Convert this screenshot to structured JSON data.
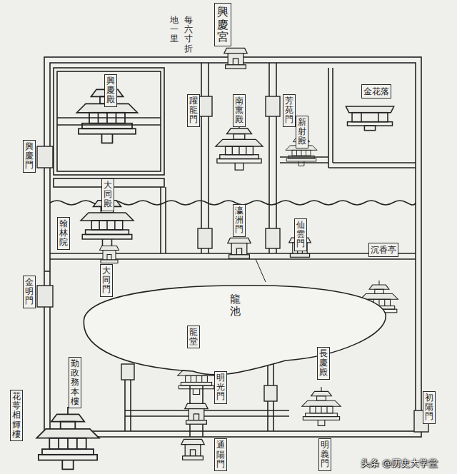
{
  "diagram": {
    "title": "興慶宮",
    "nodes": [
      {
        "text": [
          "興慶殿"
        ]
      },
      {
        "text": [
          "躍龍門"
        ]
      },
      {
        "text": [
          "南熏殿"
        ]
      },
      {
        "text": [
          "芳苑門"
        ]
      },
      {
        "text": [
          "新射殿"
        ]
      },
      {
        "text": [
          "金花落"
        ]
      },
      {
        "text": [
          "興慶門"
        ]
      },
      {
        "text": [
          "大同殿"
        ]
      },
      {
        "text": [
          "翰林院"
        ]
      },
      {
        "text": [
          "大同門"
        ]
      },
      {
        "text": [
          "瀛洲門"
        ]
      },
      {
        "text": [
          "仙雲門"
        ]
      },
      {
        "text": [
          "沉香亭"
        ]
      },
      {
        "text": [
          "金明門"
        ]
      },
      {
        "text": [
          "龍池"
        ]
      },
      {
        "text": [
          "龍堂"
        ]
      },
      {
        "text": [
          "明光門"
        ]
      },
      {
        "text": [
          "長慶殿"
        ]
      },
      {
        "text": [
          "勤政務本樓"
        ]
      },
      {
        "text": [
          "花萼相輝樓"
        ]
      },
      {
        "text": [
          "初陽門"
        ]
      },
      {
        "text": [
          "通陽門"
        ]
      },
      {
        "text": [
          "明義門"
        ]
      }
    ],
    "labels": [
      "每六寸折",
      "地一里",
      "头条 @历史大学堂"
    ]
  }
}
